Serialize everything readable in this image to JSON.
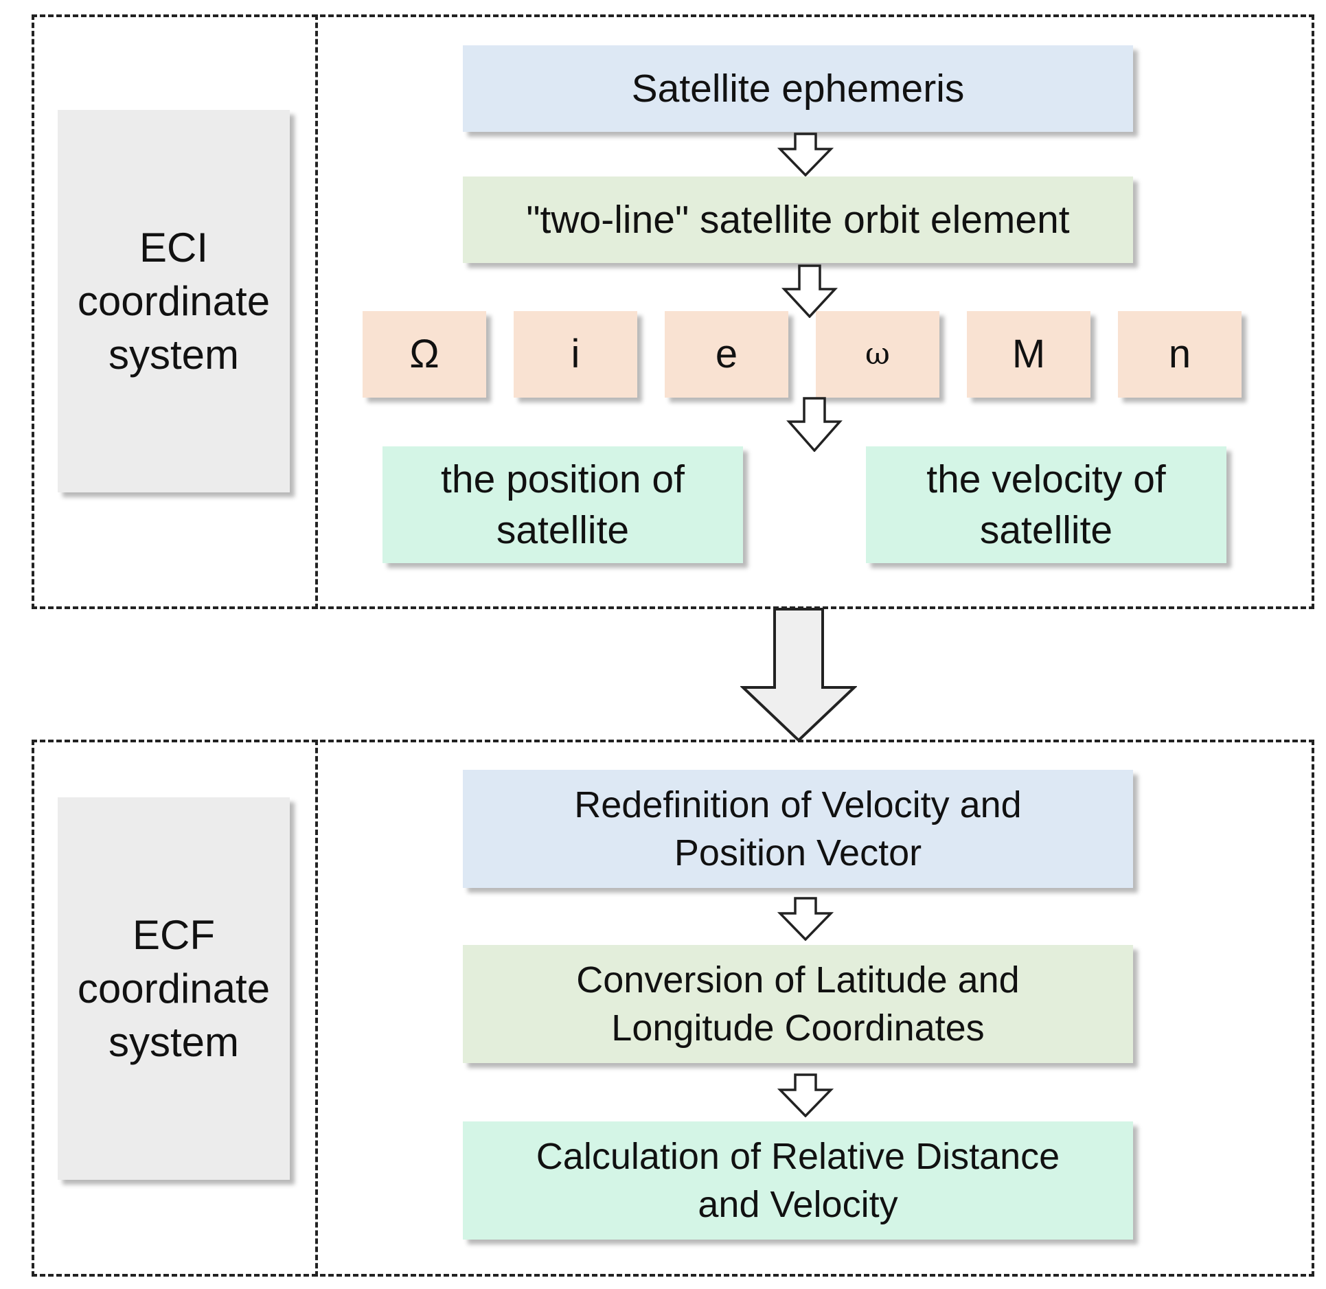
{
  "eci": {
    "label": "ECI\ncoordinate\nsystem",
    "ephemeris": "Satellite ephemeris",
    "two_line": "\"two-line\" satellite orbit element",
    "params": [
      "Ω",
      "i",
      "e",
      "ω",
      "M",
      "n"
    ],
    "position": "the position of\nsatellite",
    "velocity": "the velocity of\nsatellite"
  },
  "ecf": {
    "label": "ECF\ncoordinate\nsystem",
    "step1": "Redefinition of Velocity and\nPosition Vector",
    "step2": "Conversion of Latitude and\nLongitude Coordinates",
    "step3": "Calculation of Relative Distance\nand Velocity"
  },
  "colors": {
    "blue": "#dde8f4",
    "green": "#e3eedb",
    "mint": "#d4f5e6",
    "peach": "#f9e2d2",
    "grey": "#ececec"
  }
}
